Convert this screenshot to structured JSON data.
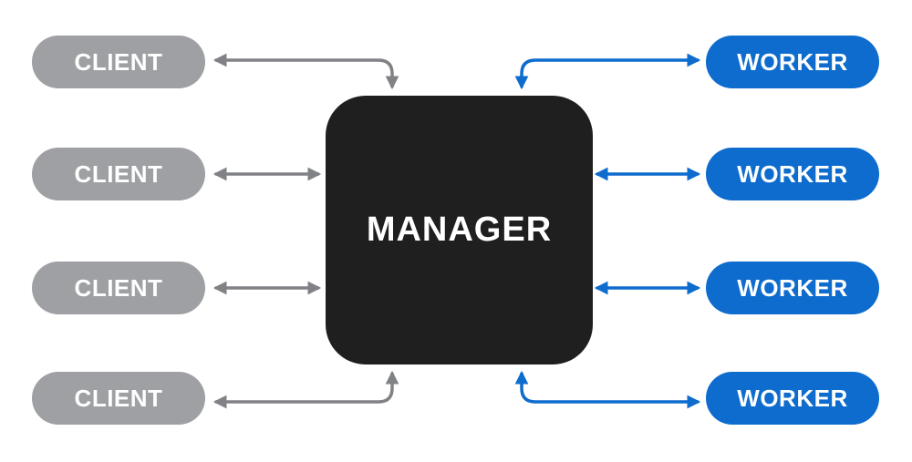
{
  "diagram": {
    "type": "architecture-topology",
    "manager": {
      "label": "MANAGER"
    },
    "clients": [
      {
        "label": "CLIENT"
      },
      {
        "label": "CLIENT"
      },
      {
        "label": "CLIENT"
      },
      {
        "label": "CLIENT"
      }
    ],
    "workers": [
      {
        "label": "WORKER"
      },
      {
        "label": "WORKER"
      },
      {
        "label": "WORKER"
      },
      {
        "label": "WORKER"
      }
    ],
    "connections": [
      {
        "from": "client-1",
        "to": "manager",
        "style": "curved-into-top",
        "bidirectional": true
      },
      {
        "from": "client-2",
        "to": "manager",
        "style": "straight",
        "bidirectional": true
      },
      {
        "from": "client-3",
        "to": "manager",
        "style": "straight",
        "bidirectional": true
      },
      {
        "from": "client-4",
        "to": "manager",
        "style": "curved-into-bottom",
        "bidirectional": true
      },
      {
        "from": "worker-1",
        "to": "manager",
        "style": "curved-into-top",
        "bidirectional": true
      },
      {
        "from": "worker-2",
        "to": "manager",
        "style": "straight",
        "bidirectional": true
      },
      {
        "from": "worker-3",
        "to": "manager",
        "style": "straight",
        "bidirectional": true
      },
      {
        "from": "worker-4",
        "to": "manager",
        "style": "curved-into-bottom",
        "bidirectional": true
      }
    ],
    "colors": {
      "client_fill": "#9ea0a3",
      "client_arrow": "#808285",
      "worker_fill": "#0d6ccd",
      "worker_arrow": "#0d6ccd",
      "manager_fill": "#1f1f1f",
      "label_text": "#ffffff",
      "background": "#ffffff"
    }
  }
}
